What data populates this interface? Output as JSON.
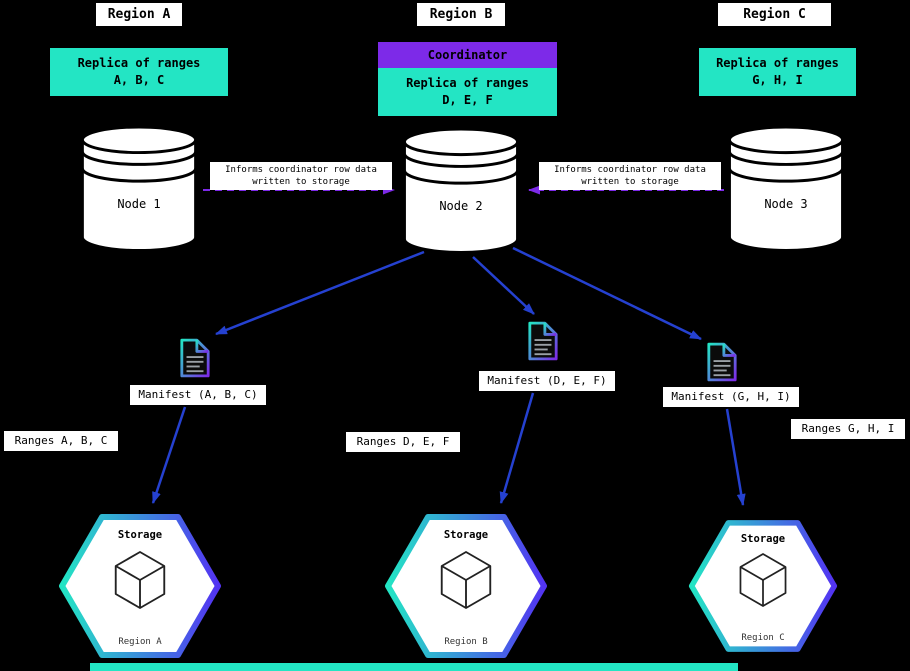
{
  "regions": [
    {
      "label": "Region A"
    },
    {
      "label": "Region B"
    },
    {
      "label": "Region C"
    }
  ],
  "coordinator": {
    "label": "Coordinator"
  },
  "replicas": [
    {
      "line1": "Replica of ranges",
      "line2": "A, B, C"
    },
    {
      "line1": "Replica of ranges",
      "line2": "D, E, F"
    },
    {
      "line1": "Replica of ranges",
      "line2": "G, H, I"
    }
  ],
  "nodes": [
    {
      "label": "Node 1"
    },
    {
      "label": "Node 2"
    },
    {
      "label": "Node 3"
    }
  ],
  "inform_arrows": [
    {
      "line1": "Informs coordinator row data",
      "line2": "written to storage"
    },
    {
      "line1": "Informs coordinator row data",
      "line2": "written to storage"
    }
  ],
  "manifests": [
    {
      "label": "Manifest (A, B, C)"
    },
    {
      "label": "Manifest (D, E, F)"
    },
    {
      "label": "Manifest (G, H, I)"
    }
  ],
  "ranges": [
    {
      "label": "Ranges A, B, C"
    },
    {
      "label": "Ranges D, E, F"
    },
    {
      "label": "Ranges G, H, I"
    }
  ],
  "storage": [
    {
      "title": "Storage",
      "region": "Region A"
    },
    {
      "title": "Storage",
      "region": "Region B"
    },
    {
      "title": "Storage",
      "region": "Region C"
    }
  ],
  "icons": {
    "node": "database-cylinder-icon",
    "manifest": "document-file-icon",
    "storage": "cube-icon"
  },
  "colors": {
    "background": "#000000",
    "cyan": "#23e5c4",
    "purple": "#7d2ae8",
    "blue": "#2541d0",
    "hex_gradient_end": "#5333f2",
    "label_background": "#ffffff"
  }
}
